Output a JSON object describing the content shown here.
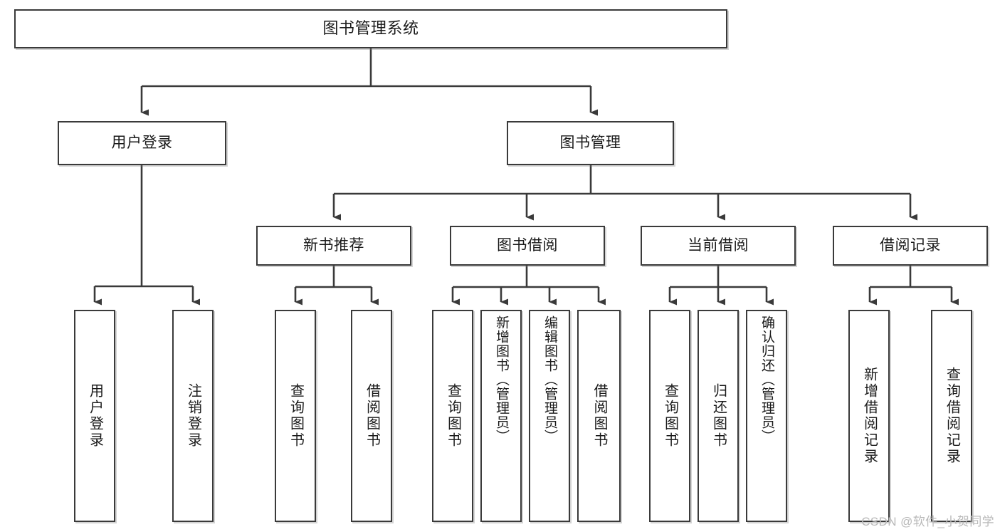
{
  "diagram": {
    "title": "图书管理系统",
    "type": "functional-structure-tree",
    "watermark": "CSDN @软件_小贺同学",
    "colors": {
      "background": "#ffffff",
      "box_border": "#3a3a3a",
      "box_fill": "#ffffff",
      "connector": "#3a3a3a",
      "text": "#1a1a1a",
      "watermark": "#b9b9b9"
    },
    "levels": {
      "root": {
        "label": "图书管理系统"
      },
      "level1": [
        {
          "id": "user-login",
          "label": "用户登录"
        },
        {
          "id": "book-management",
          "label": "图书管理"
        }
      ],
      "level2": [
        {
          "id": "new-book-recommend",
          "label": "新书推荐",
          "parent": "book-management"
        },
        {
          "id": "book-borrow",
          "label": "图书借阅",
          "parent": "book-management"
        },
        {
          "id": "current-borrow",
          "label": "当前借阅",
          "parent": "book-management"
        },
        {
          "id": "borrow-record",
          "label": "借阅记录",
          "parent": "book-management"
        }
      ],
      "leaves": {
        "user-login": [
          {
            "id": "leaf-user-login",
            "label": "用户登录"
          },
          {
            "id": "leaf-logout",
            "label": "注销登录"
          }
        ],
        "new-book-recommend": [
          {
            "id": "leaf-query-book-1",
            "label": "查询图书"
          },
          {
            "id": "leaf-borrow-book-1",
            "label": "借阅图书"
          }
        ],
        "book-borrow": [
          {
            "id": "leaf-query-book-2",
            "label": "查询图书"
          },
          {
            "id": "leaf-add-book",
            "label": "新增图书（管理员）"
          },
          {
            "id": "leaf-edit-book",
            "label": "编辑图书（管理员）"
          },
          {
            "id": "leaf-borrow-book-2",
            "label": "借阅图书"
          }
        ],
        "current-borrow": [
          {
            "id": "leaf-query-book-3",
            "label": "查询图书"
          },
          {
            "id": "leaf-return-book",
            "label": "归还图书"
          },
          {
            "id": "leaf-confirm-return",
            "label": "确认归还（管理员）"
          }
        ],
        "borrow-record": [
          {
            "id": "leaf-add-record",
            "label": "新增借阅记录"
          },
          {
            "id": "leaf-query-record",
            "label": "查询借阅记录"
          }
        ]
      }
    }
  }
}
